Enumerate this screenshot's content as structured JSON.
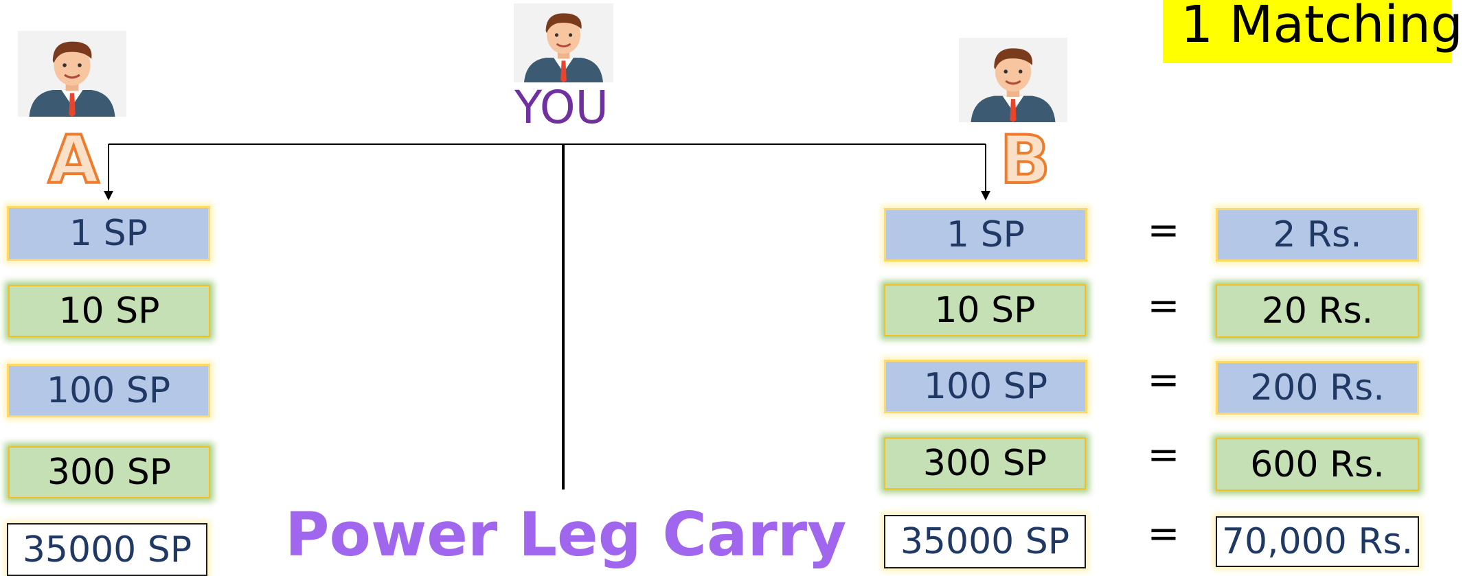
{
  "title": "1 Matching",
  "people": {
    "you": "YOU",
    "a": "A",
    "b": "B"
  },
  "caption": "Power Leg Carry",
  "equals_sign": "=",
  "left_leg": [
    "1 SP",
    "10 SP",
    "100 SP",
    "300 SP",
    "35000 SP"
  ],
  "right_leg": [
    {
      "sp": "1 SP",
      "rs": "2 Rs."
    },
    {
      "sp": "10 SP",
      "rs": "20 Rs."
    },
    {
      "sp": "100 SP",
      "rs": "200 Rs."
    },
    {
      "sp": "300 SP",
      "rs": "600 Rs."
    },
    {
      "sp": "35000 SP",
      "rs": "70,000 Rs."
    }
  ],
  "colors": {
    "blue_box": "#b4c7e7",
    "green_box": "#c5e0b4",
    "title_highlight": "#ffff00",
    "caption_text": "#a066ee",
    "you_text": "#7030a0",
    "letter_outline": "#ee7c2e"
  }
}
